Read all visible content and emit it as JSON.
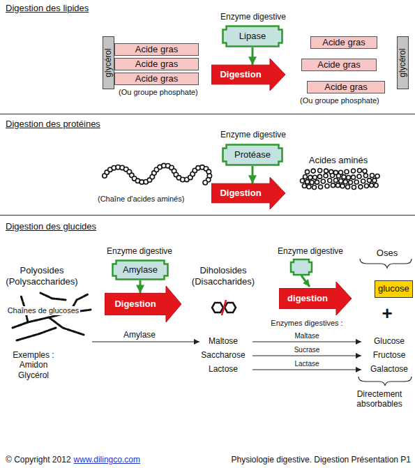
{
  "diagram": {
    "nodes": [
      {
        "text": [
          "glycérol"
        ]
      },
      {
        "text": [
          "Acide gras"
        ]
      },
      {
        "text": [
          "Acide gras"
        ]
      },
      {
        "text": [
          "Acide gras"
        ]
      },
      {
        "text": [
          "Lipase"
        ]
      },
      {
        "text": [
          "Digestion"
        ]
      },
      {
        "text": [
          "Acide gras"
        ]
      },
      {
        "text": [
          "Acide gras"
        ]
      },
      {
        "text": [
          "Acide gras"
        ]
      },
      {
        "text": [
          "glycérol"
        ]
      },
      {
        "text": [
          "Protéase"
        ]
      },
      {
        "text": [
          "Digestion"
        ]
      },
      {
        "text": [
          "Amylase"
        ]
      },
      {
        "text": [
          "Digestion"
        ]
      },
      {
        "text": [
          "digestion"
        ]
      },
      {
        "text": [
          "glucose"
        ]
      }
    ],
    "edges": [
      {
        "from": 4,
        "to": 5,
        "arrow": "to"
      },
      {
        "from": 10,
        "to": 11,
        "arrow": "to"
      },
      {
        "from": 12,
        "to": 13,
        "arrow": "to"
      }
    ],
    "labels": [
      "Digestion des lipides",
      "Enzyme digestive",
      "(Ou groupe phosphate)",
      "(Ou groupe phosphate)",
      "Digestion des protéines",
      "Enzyme digestive",
      "(Chaîne d'acides aminés)",
      "Acides aminés",
      "Digestion des glucides",
      "Polyosides (Polysaccharides)",
      "Chaînes de glucoses",
      "Exemples : Amidon Glycérol",
      "Enzyme digestive",
      "Diholosides (Disaccharides)",
      "Enzyme digestive",
      "Oses",
      "+",
      "Amylase",
      "Maltose",
      "Saccharose",
      "Lactose",
      "Enzymes digestives :",
      "Maltase",
      "Sucrase",
      "Lactase",
      "Glucose",
      "Fructose",
      "Galactose",
      "Directement absorbables",
      "© Copyright 2012",
      "www.dilingco.com",
      "Physiologie digestive. Digestion Présentation P1"
    ]
  }
}
